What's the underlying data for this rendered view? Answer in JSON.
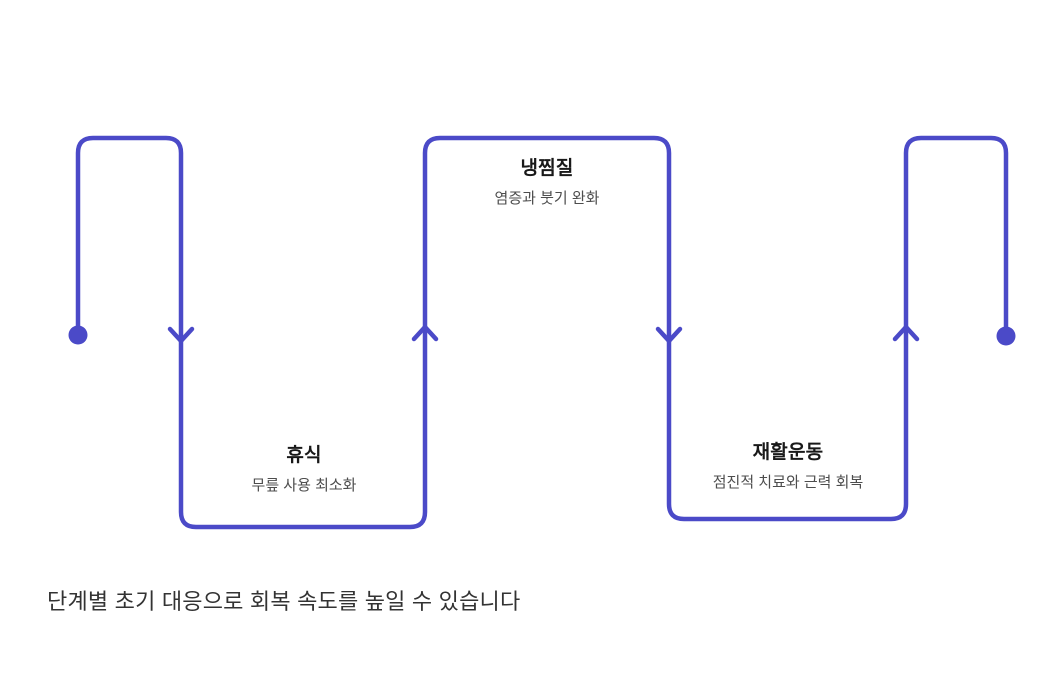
{
  "diagram": {
    "stages": [
      {
        "id": "rest",
        "title": "휴식",
        "subtitle": "무릎 사용 최소화"
      },
      {
        "id": "cold",
        "title": "냉찜질",
        "subtitle": "염증과 붓기 완화"
      },
      {
        "id": "rehab",
        "title": "재활운동",
        "subtitle": "점진적 치료와 근력 회복"
      }
    ],
    "caption": "단계별 초기 대응으로 회복 속도를 높일 수 있습니다",
    "flow_icons": [
      "start-dot",
      "arrow-down",
      "arrow-up",
      "arrow-down",
      "arrow-up",
      "end-dot"
    ]
  },
  "colors": {
    "accent": "#4B4AC8",
    "title_text": "#191919",
    "subtitle_text": "#4d4d4d",
    "caption_text": "#333333",
    "background": "#ffffff"
  }
}
